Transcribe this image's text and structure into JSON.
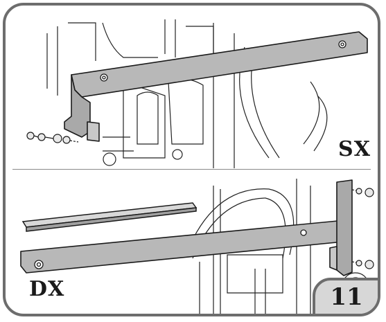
{
  "figure": {
    "top_label": "SX",
    "bottom_label": "DX",
    "page_number": "11"
  },
  "colors": {
    "frame": "#6d6d6d",
    "bar_fill": "#b8b8b8",
    "tab_fill": "#d7d7d7",
    "line": "#1a1a1a"
  }
}
